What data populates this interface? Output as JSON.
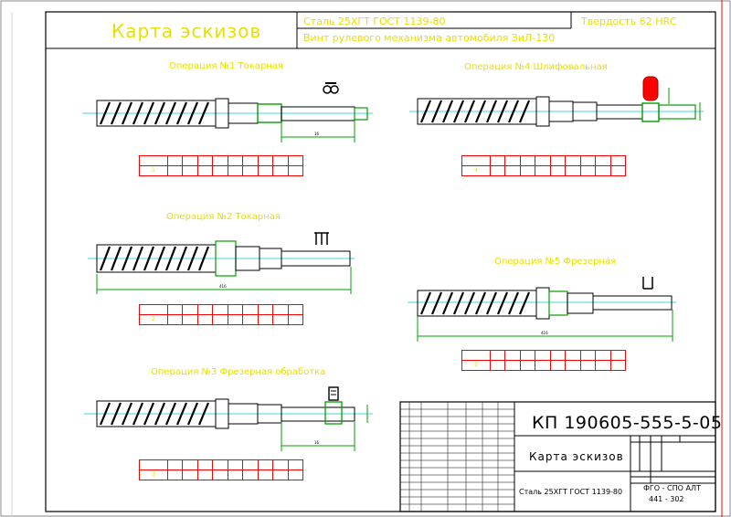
{
  "header": {
    "title": "Карта эскизов",
    "material": "Сталь 25ХГТ  ГОСТ 1139-80",
    "part_name": "Винт рулевого механизма автомобиля ЗиЛ-130",
    "hardness": "Твердость  62 HRC"
  },
  "operations": [
    {
      "label": "Операция №1   Токарная"
    },
    {
      "label": "Операция №2   Токарная"
    },
    {
      "label": "Операция №3   Фрезерная обработка"
    },
    {
      "label": "Операция №4   Шлифовальная"
    },
    {
      "label": "Операция №5   Фрезерная"
    }
  ],
  "tables": [
    {
      "row": [
        "1",
        "",
        "",
        "",
        "",
        "",
        "",
        "",
        "",
        ""
      ]
    },
    {
      "row": [
        "2",
        "",
        "",
        "",
        "",
        "",
        "",
        "",
        "",
        ""
      ]
    },
    {
      "row": [
        "3",
        "",
        "",
        "",
        "",
        "",
        "",
        "",
        "",
        ""
      ]
    },
    {
      "row": [
        "4",
        "",
        "",
        "",
        "",
        "",
        "",
        "",
        "",
        ""
      ]
    },
    {
      "row": [
        "5",
        "",
        "",
        "",
        "",
        "",
        "",
        "",
        "",
        ""
      ]
    }
  ],
  "title_block": {
    "doc_number": "КП 190605-555-5-05",
    "doc_name": "Карта эскизов",
    "material": "Сталь 25ХГТ  ГОСТ 1139-80",
    "org_line1": "ФГО - СПО  АЛТ",
    "org_line2": "441 - 302"
  },
  "colors": {
    "yellow": "#e8e000",
    "red": "#ff0000",
    "cyan": "#00c8d8",
    "green": "#00a000"
  }
}
